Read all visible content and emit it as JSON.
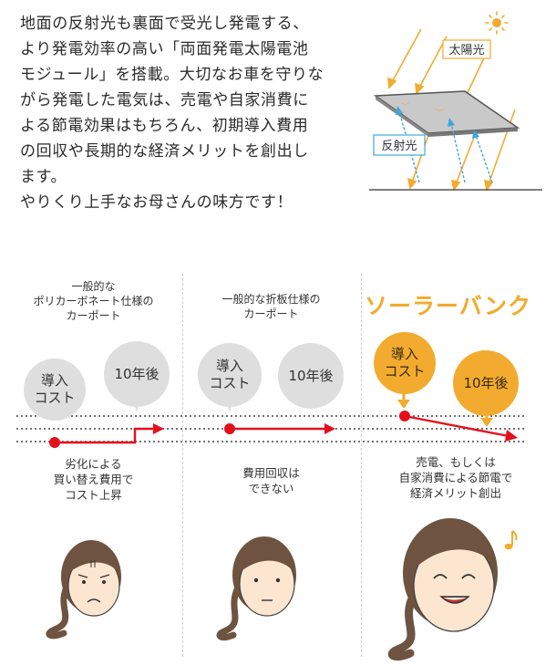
{
  "intro": {
    "lines": [
      "地面の反射光も裏面で受光し発電する、",
      "より発電効率の高い「両面発電太陽電池",
      "モジュール」を搭載。大切なお車を守りな",
      "がら発電した電気は、売電や自家消費に",
      "よる節電効果はもちろん、初期導入費用",
      "の回収や長期的な経済メリットを創出し",
      "ます。",
      "やりくり上手なお母さんの味方です！"
    ]
  },
  "illustration": {
    "sunlight_label": "太陽光",
    "reflected_label": "反射光"
  },
  "columns": [
    {
      "title_lines": [
        "一般的な",
        "ポリカーボネート仕様の",
        "カーポート"
      ],
      "bubble_initial": [
        "導入",
        "コスト"
      ],
      "bubble_later": "10年後",
      "result_lines": [
        "劣化による",
        "買い替え費用で",
        "コスト上昇"
      ]
    },
    {
      "title_lines": [
        "一般的な折板仕様の",
        "カーポート"
      ],
      "bubble_initial": [
        "導入",
        "コスト"
      ],
      "bubble_later": "10年後",
      "result_lines": [
        "費用回収は",
        "できない"
      ]
    },
    {
      "brand": "ソーラーバンク",
      "bubble_initial": [
        "導入",
        "コスト"
      ],
      "bubble_later": "10年後",
      "result_lines": [
        "売電、もしくは",
        "自家消費による節電で",
        "経済メリット創出"
      ]
    }
  ],
  "colors": {
    "accent_orange": "#f2ab2e",
    "bubble_gray": "#dedede",
    "arrow_red": "#e2101c",
    "hair_brown": "#6e5440",
    "skin": "#fde6cf"
  }
}
